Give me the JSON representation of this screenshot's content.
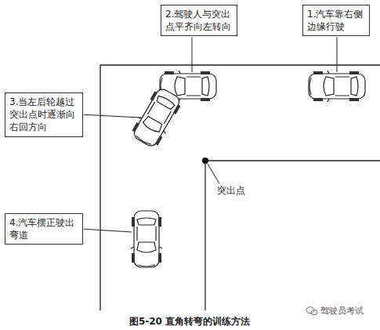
{
  "diagram": {
    "caption": "图5-20 直角转弯的训练方法",
    "nodes": [
      {
        "text": [
          "2.驾驶人与突出点平齐向左转向"
        ]
      },
      {
        "text": [
          "1.汽车靠右侧边缘行驶"
        ]
      },
      {
        "text": [
          "3.当左后轮越过突出点时逐渐向右回方向"
        ]
      },
      {
        "text": [
          "4.汽车摆正驶出弯道"
        ]
      }
    ],
    "labels": [
      "突出点",
      "驾驶员考试"
    ]
  }
}
